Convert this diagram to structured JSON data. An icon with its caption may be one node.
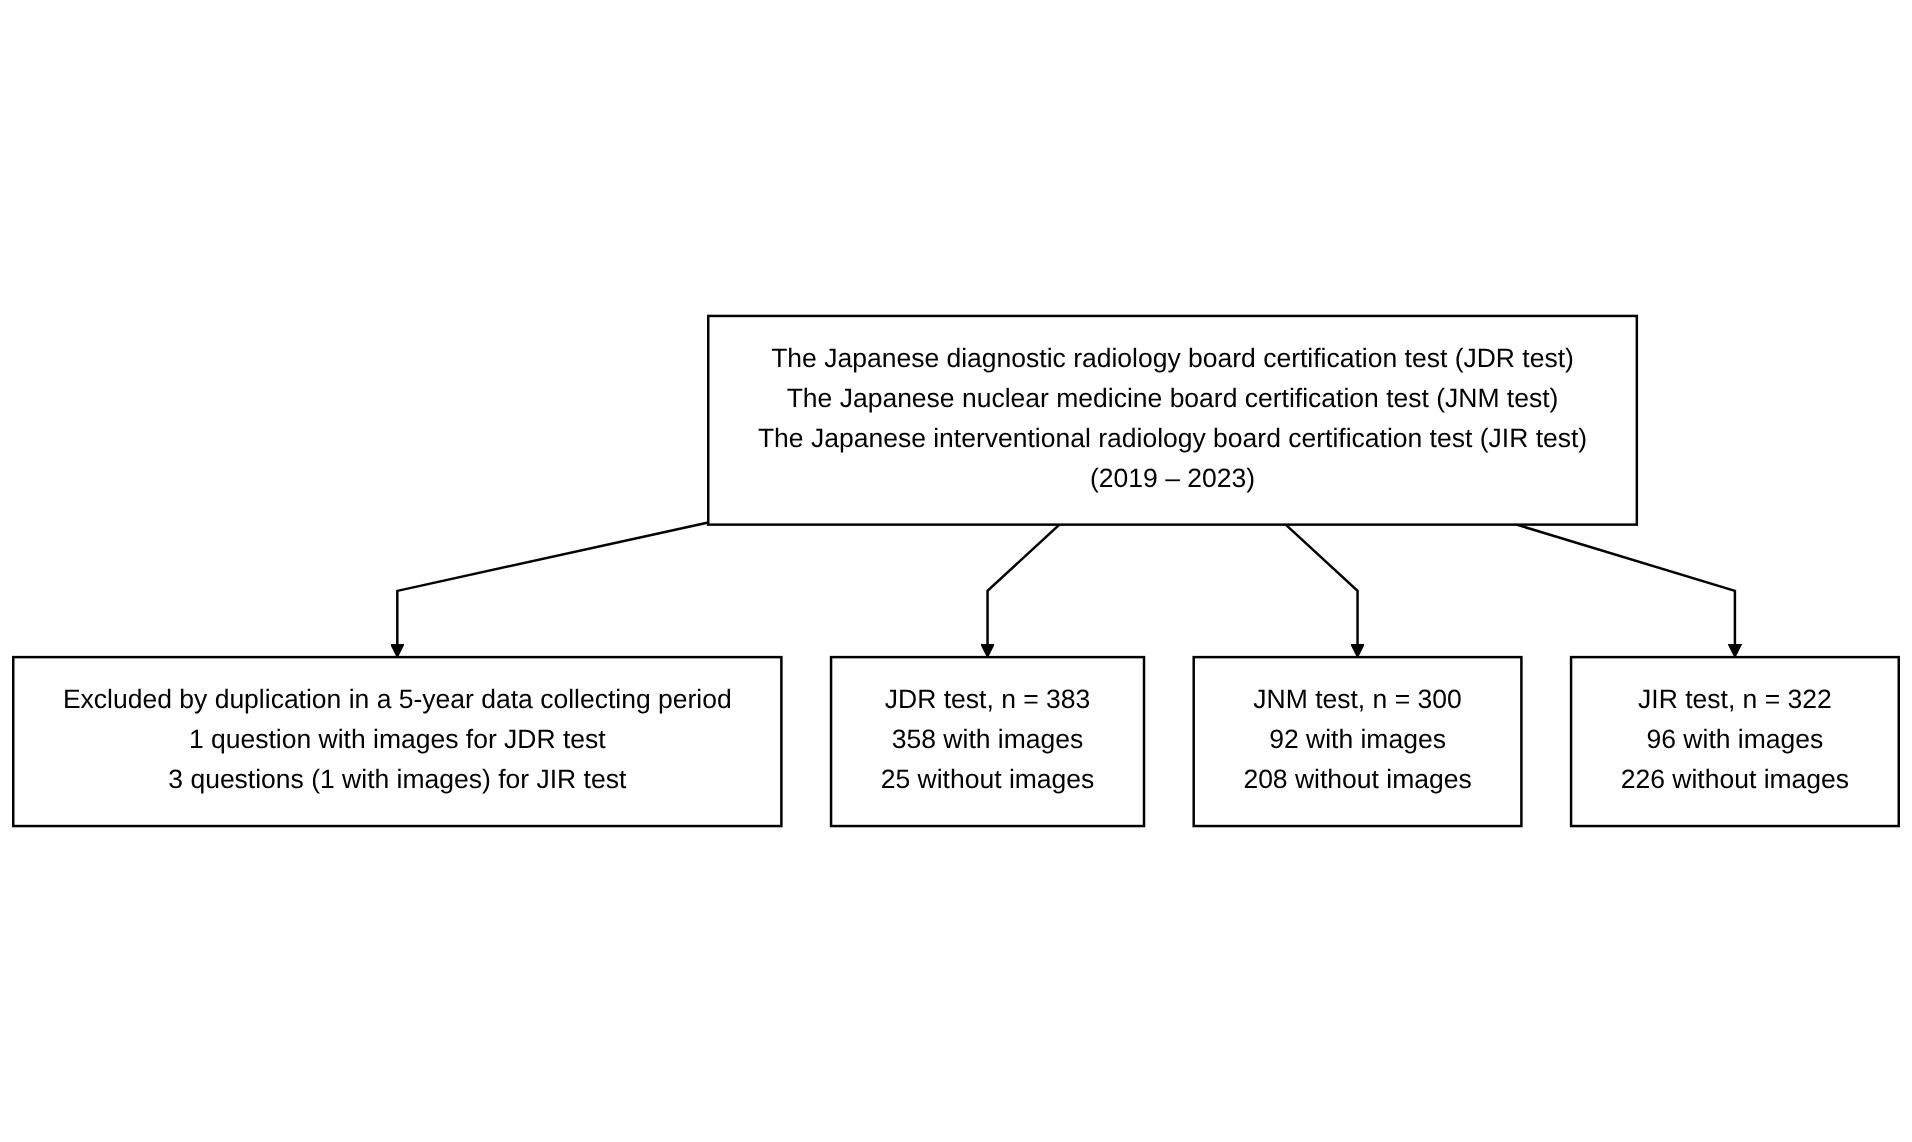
{
  "diagram": {
    "nodes": [
      {
        "text": [
          "The Japanese diagnostic radiology board certification test (JDR test)",
          "The Japanese nuclear medicine board certification test (JNM test)",
          "The Japanese interventional radiology board certification test (JIR test)",
          "(2019 – 2023)"
        ]
      },
      {
        "text": [
          "Excluded by duplication in a 5-year data collecting period",
          "1 question with images for JDR test",
          "3 questions (1 with images) for JIR test"
        ]
      },
      {
        "text": [
          "JDR test, n = 383",
          "358 with images",
          "25 without images"
        ]
      },
      {
        "text": [
          "JNM test, n = 300",
          "92 with images",
          "208 without images"
        ]
      },
      {
        "text": [
          "JIR test, n = 322",
          "96 with images",
          "226 without images"
        ]
      }
    ],
    "edges": [
      {
        "from": 0,
        "to": 1,
        "arrow": "to"
      },
      {
        "from": 0,
        "to": 2,
        "arrow": "to"
      },
      {
        "from": 0,
        "to": 3,
        "arrow": "to"
      },
      {
        "from": 0,
        "to": 4,
        "arrow": "to"
      }
    ]
  }
}
